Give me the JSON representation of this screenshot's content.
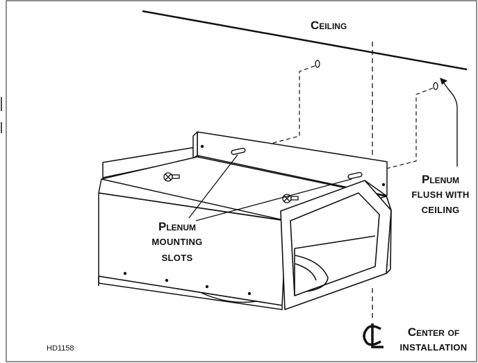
{
  "labels": {
    "ceiling": "Ceiling",
    "plenum_flush_line1": "Plenum",
    "plenum_flush_line2": "flush with",
    "plenum_flush_line3": "ceiling",
    "mounting_line1": "Plenum",
    "mounting_line2": "mounting",
    "mounting_line3": "slots",
    "center_line1": "Center of",
    "center_line2": "installation",
    "cl_symbol": "CL",
    "figure_code": "HD1158"
  },
  "colors": {
    "ink": "#111111",
    "frame": "#6a6a6a",
    "background": "#ffffff"
  }
}
